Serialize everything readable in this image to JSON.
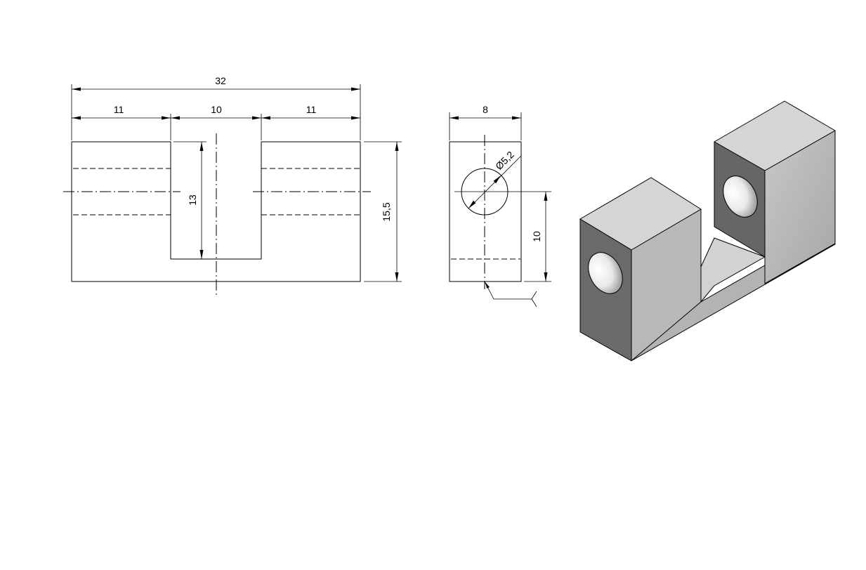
{
  "front_view": {
    "dim_overall_width": "32",
    "dim_left_block": "11",
    "dim_slot_width": "10",
    "dim_right_block": "11",
    "dim_slot_depth": "13",
    "dim_overall_height": "15,5"
  },
  "side_view": {
    "dim_depth": "8",
    "dim_hole_diameter": "Ø5,2",
    "dim_hole_height": "10"
  },
  "colors": {
    "line": "#000000",
    "iso_top": "#d6d6d6",
    "iso_front": "#6a6a6a",
    "iso_side": "#b5b5b5",
    "iso_side_light": "#c9c9c9"
  }
}
